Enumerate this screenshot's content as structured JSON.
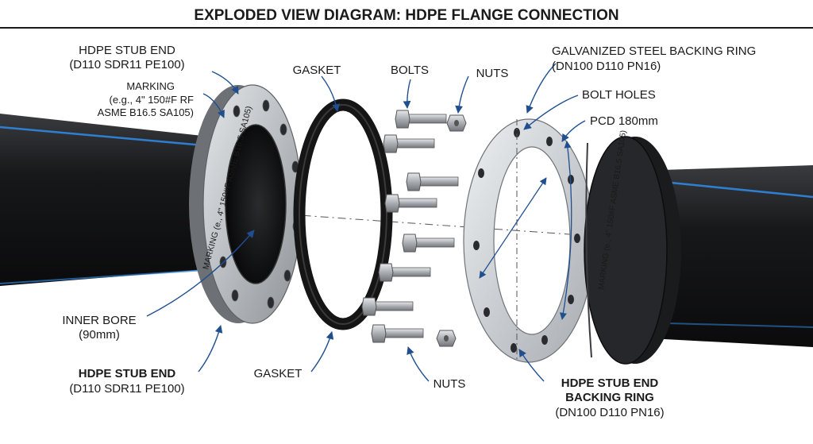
{
  "title": "EXPLODED VIEW DIAGRAM: HDPE FLANGE CONNECTION",
  "labels": {
    "stub_end_top_l1": "HDPE STUB END",
    "stub_end_top_l2": "(D110 SDR11 PE100)",
    "marking_l1": "MARKING",
    "marking_l2": "(e.g., 4\" 150#F RF",
    "marking_l3": "ASME B16.5 SA105)",
    "gasket_top": "GASKET",
    "bolts": "BOLTS",
    "nuts_top": "NUTS",
    "backing_ring_l1": "GALVANIZED STEEL BACKING RING",
    "backing_ring_l2": "(DN100 D110 PN16)",
    "bolt_holes": "BOLT HOLES",
    "pcd": "PCD 180mm",
    "inner_bore_l1": "INNER BORE",
    "inner_bore_l2": "(90mm)",
    "stub_end_bottom_l1": "HDPE STUB END",
    "stub_end_bottom_l2": "(D110 SDR11 PE100)",
    "gasket_bottom": "GASKET",
    "nuts_bottom": "NUTS",
    "stub_backing_l1": "HDPE STUB END",
    "stub_backing_l2": "BACKING RING",
    "stub_backing_l3": "(DN100 D110 PN16)"
  },
  "flange_marking_left": "MARKING (e., 4\" 150#F ASME B16.5 SA105)",
  "flange_marking_right": "MARKING (e., 4\" 150#F ASME B16.5 SA105)",
  "colors": {
    "pipe": "#1c1c1e",
    "pipe_stripe": "#2f7fd1",
    "steel": "#bfc3c7",
    "leader": "#1f4f8f"
  }
}
